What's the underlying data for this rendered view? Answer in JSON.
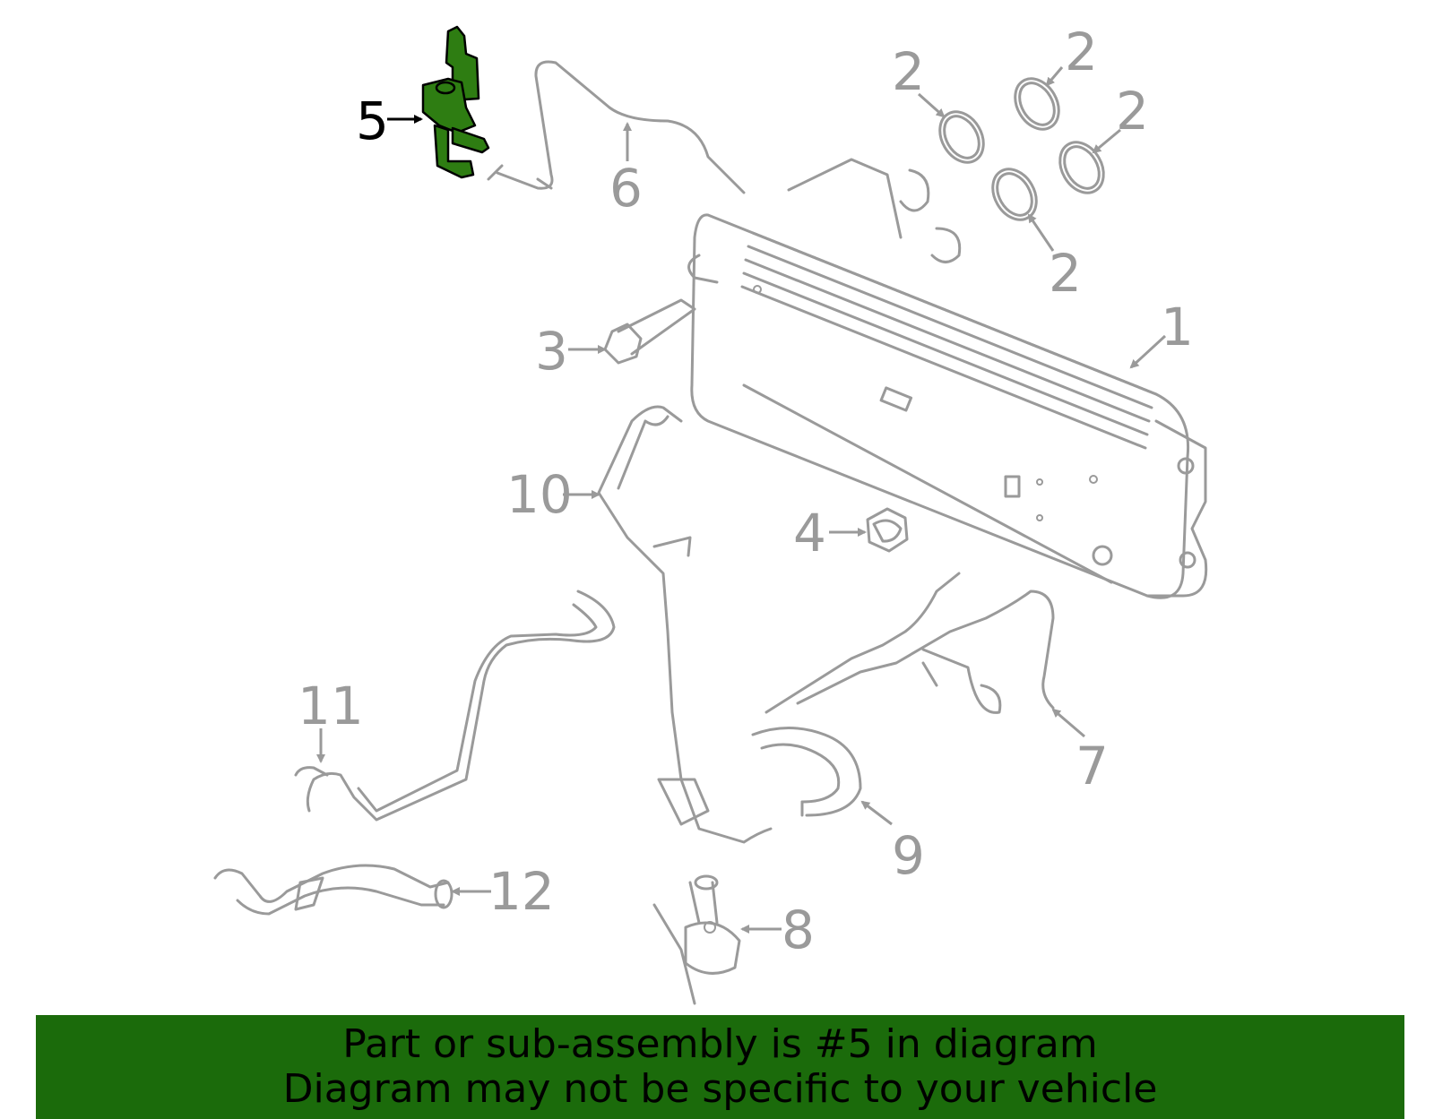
{
  "diagram": {
    "highlighted_part": "5",
    "highlight_color": "#2e7d12",
    "part_color": "#9a9a9a",
    "callouts": {
      "c1": "1",
      "c2a": "2",
      "c2b": "2",
      "c2c": "2",
      "c2d": "2",
      "c3": "3",
      "c4": "4",
      "c5": "5",
      "c6": "6",
      "c7": "7",
      "c8": "8",
      "c9": "9",
      "c10": "10",
      "c11": "11",
      "c12": "12"
    }
  },
  "banner": {
    "line1": "Part or sub-assembly is #5 in diagram",
    "line2": "Diagram may not be specific to your vehicle",
    "background": "#1b6b0b"
  }
}
